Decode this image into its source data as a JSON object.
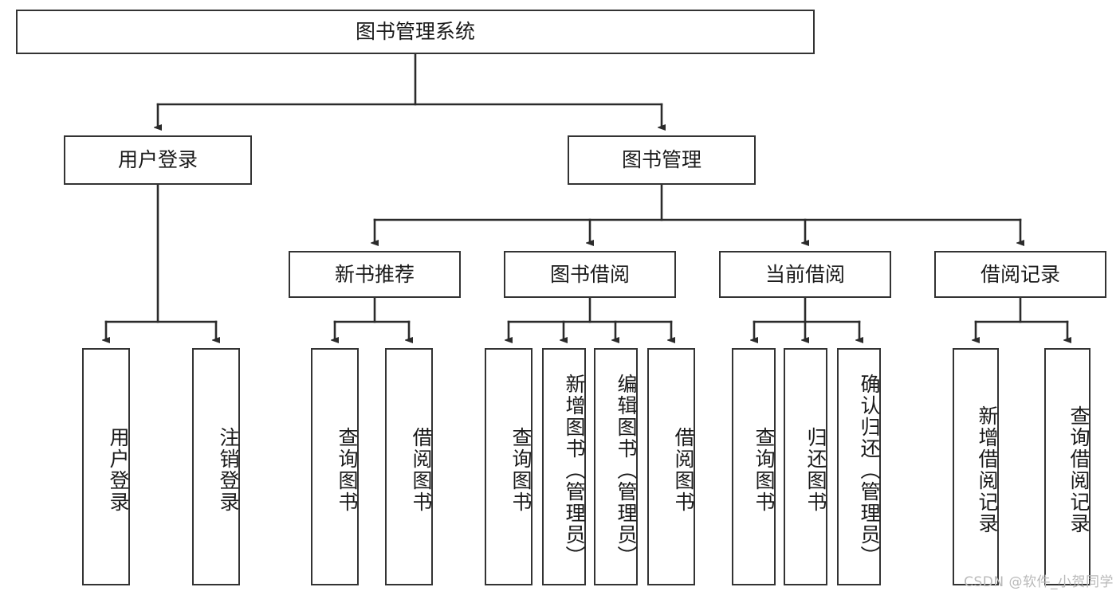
{
  "diagram": {
    "title": "图书管理系统",
    "type": "tree-hierarchy",
    "stroke_color": "#333333",
    "text_color": "#1a1a1a",
    "background_color": "#ffffff",
    "watermark": "CSDN @软件_小贺同学",
    "root": {
      "label": "图书管理系统"
    },
    "level2": [
      {
        "label": "用户登录"
      },
      {
        "label": "图书管理"
      }
    ],
    "level3": [
      {
        "label": "新书推荐"
      },
      {
        "label": "图书借阅"
      },
      {
        "label": "当前借阅"
      },
      {
        "label": "借阅记录"
      }
    ],
    "leaves": {
      "user_login": [
        {
          "label": "用户登录"
        },
        {
          "label": "注销登录"
        }
      ],
      "new_book_recommend": [
        {
          "label": "查询图书"
        },
        {
          "label": "借阅图书"
        }
      ],
      "book_borrow": [
        {
          "label": "查询图书"
        },
        {
          "label": "新增图书（管理员）"
        },
        {
          "label": "编辑图书（管理员）"
        },
        {
          "label": "借阅图书"
        }
      ],
      "current_borrow": [
        {
          "label": "查询图书"
        },
        {
          "label": "归还图书"
        },
        {
          "label": "确认归还（管理员）"
        }
      ],
      "borrow_record": [
        {
          "label": "新增借阅记录"
        },
        {
          "label": "查询借阅记录"
        }
      ]
    }
  }
}
